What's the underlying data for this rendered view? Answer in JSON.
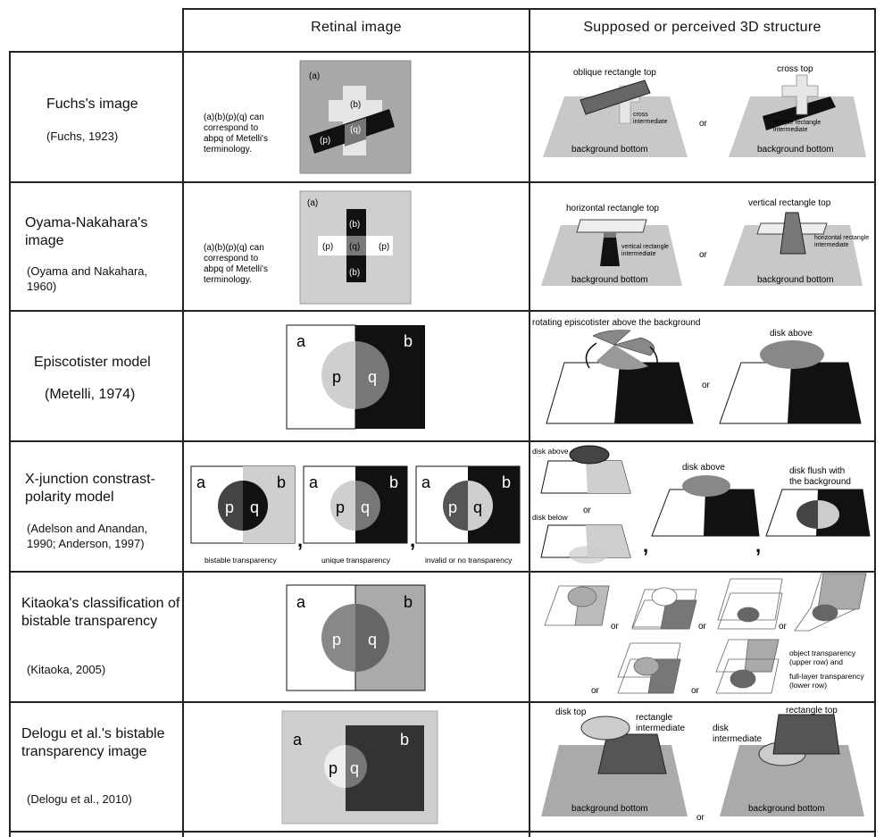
{
  "header": {
    "col1": "Retinal image",
    "col2": "Supposed or perceived 3D structure"
  },
  "common": {
    "or": "or",
    "background_bottom": "background bottom",
    "note_l1": "(a)(b)(p)(q) can",
    "note_l2": "correspond to",
    "note_l3": "abpq of Metelli's",
    "note_l4": "terminology.",
    "a": "a",
    "b": "b",
    "p": "p",
    "q": "q",
    "pa": "(a)",
    "pb": "(b)",
    "pp": "(p)",
    "pq": "(q)"
  },
  "rows": [
    {
      "name": "Fuchs's image",
      "cite": "(Fuchs, 1923)",
      "s1": "oblique rectangle top",
      "s1b": "cross",
      "s1c": "intermediate",
      "s2": "cross top",
      "s2b": "oblique rectangle",
      "s2c": "intermediate"
    },
    {
      "name": "Oyama-Nakahara's image",
      "cite": "(Oyama and Nakahara, 1960)",
      "s1": "horizontal rectangle top",
      "s1b": "vertical rectangle",
      "s1c": "intermediate",
      "s2": "vertical rectangle top",
      "s2b": "horizontal rectangle",
      "s2c": "intermediate"
    },
    {
      "name": "Episcotister model",
      "cite": "(Metelli, 1974)",
      "s1": "rotating episcotister above the background",
      "s2": "disk above"
    },
    {
      "name": "X-junction constrast-polarity model",
      "cite": "(Adelson and Anandan, 1990; Anderson, 1997)",
      "c1": "bistable transparency",
      "c2": "unique transparency",
      "c3": "invalid or no transparency",
      "s1": "disk above",
      "s1b": "disk below",
      "s2": "disk above",
      "s3a": "disk flush with",
      "s3b": "the background"
    },
    {
      "name": "Kitaoka's classification of bistable transparency",
      "cite": "(Kitaoka, 2005)",
      "n1": "object transparency",
      "n2": "(upper row) and",
      "n3": "full-layer transparency",
      "n4": "(lower row)"
    },
    {
      "name": "Delogu et al.'s bistable transparency image",
      "cite": "(Delogu et al., 2010)",
      "s1": "disk top",
      "s1b": "rectangle",
      "s1c": "intermediate",
      "s2a": "disk",
      "s2b": "intermediate",
      "s2": "rectangle top"
    }
  ]
}
